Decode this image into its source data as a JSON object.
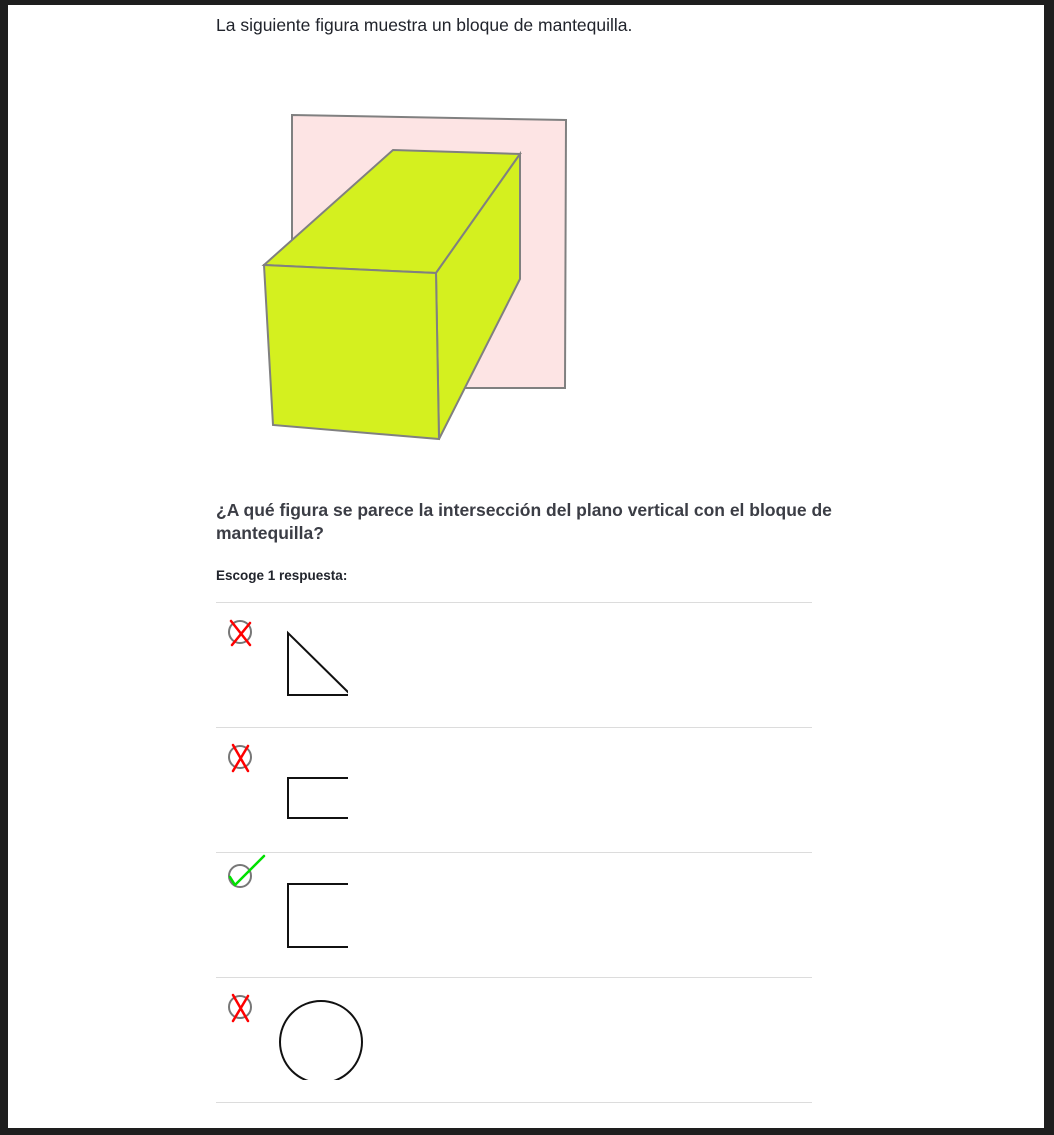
{
  "prompt": {
    "intro": "La siguiente figura muestra un bloque de mantequilla.",
    "question": "¿A qué figura se parece la intersección del plano vertical con el bloque de mantequilla?",
    "instruction": "Escoge 1 respuesta:"
  },
  "figure": {
    "plane_color": "#fde4e4",
    "block_color": "#d4f01f",
    "edge_color": "#808080"
  },
  "choices": [
    {
      "shape": "triangle",
      "status": "incorrect"
    },
    {
      "shape": "rectangle",
      "status": "incorrect"
    },
    {
      "shape": "square",
      "status": "correct"
    },
    {
      "shape": "circle",
      "status": "incorrect"
    }
  ],
  "colors": {
    "incorrect_mark": "#ff0000",
    "correct_mark": "#00e000"
  }
}
